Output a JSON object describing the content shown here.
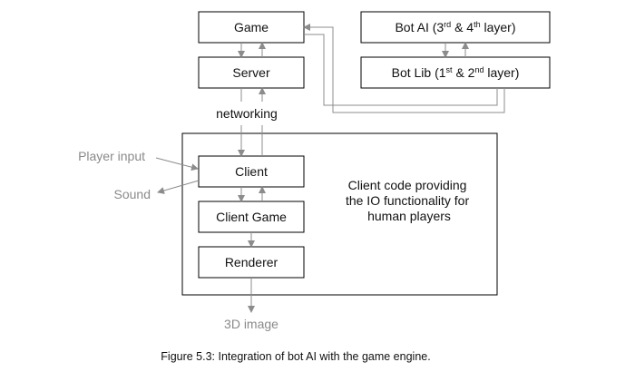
{
  "diagram": {
    "nodes": {
      "game": "Game",
      "server": "Server",
      "bot_ai": {
        "base": "Bot AI (3",
        "sup1": "rd",
        "mid": " & 4",
        "sup2": "th",
        "end": " layer)"
      },
      "bot_lib": {
        "base": "Bot Lib (1",
        "sup1": "st",
        "mid": " & 2",
        "sup2": "nd",
        "end": " layer)"
      },
      "client": "Client",
      "client_game": "Client Game",
      "renderer": "Renderer"
    },
    "labels": {
      "networking": "networking",
      "player_input": "Player input",
      "sound": "Sound",
      "image_3d": "3D image"
    },
    "client_description": [
      "Client code providing",
      "the IO functionality for",
      "human players"
    ]
  },
  "caption": "Figure 5.3: Integration of bot AI with the game engine.",
  "colors": {
    "line": "#000000",
    "connector": "#8c8c8c",
    "muted_text": "#8a8a8a"
  }
}
